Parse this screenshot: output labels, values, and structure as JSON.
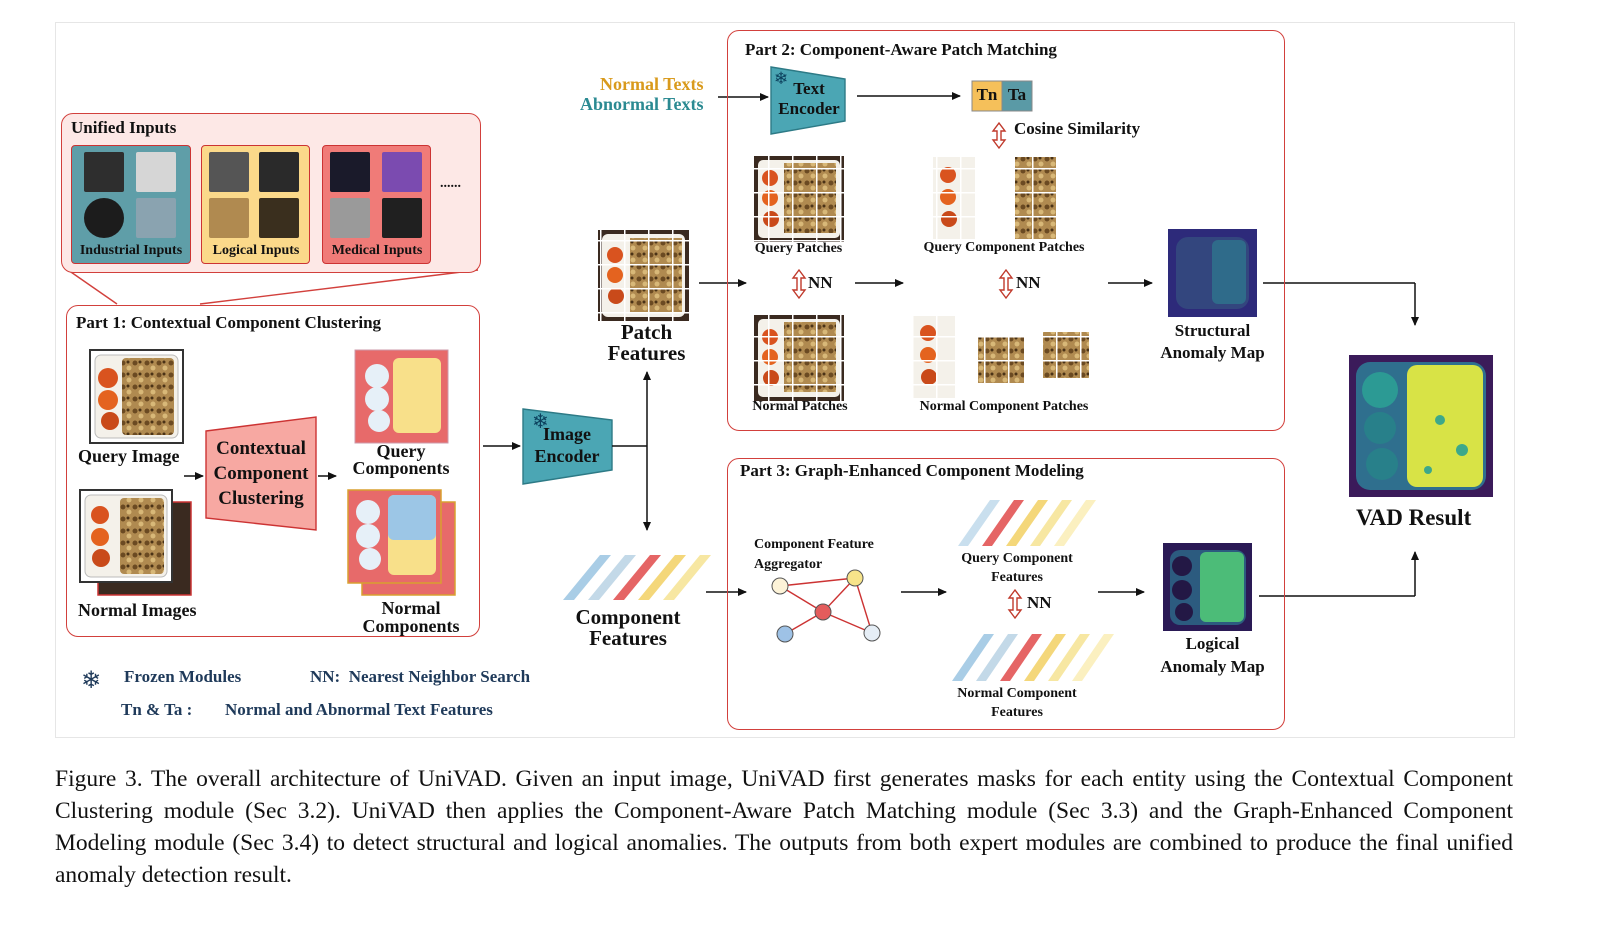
{
  "figure": {
    "unified_inputs": {
      "title": "Unified Inputs",
      "groups": [
        "Industrial Inputs",
        "Logical Inputs",
        "Medical Inputs"
      ],
      "more": "......"
    },
    "part1": {
      "title": "Part 1: Contextual Component Clustering",
      "query_image": "Query Image",
      "normal_images": "Normal Images",
      "clustering_lines": [
        "Contextual",
        "Component",
        "Clustering"
      ],
      "query_components": [
        "Query",
        "Components"
      ],
      "normal_components": [
        "Normal",
        "Components"
      ]
    },
    "image_encoder": [
      "Image",
      "Encoder"
    ],
    "patch_features": [
      "Patch",
      "Features"
    ],
    "component_features": [
      "Component",
      "Features"
    ],
    "part2": {
      "title": "Part 2: Component-Aware Patch Matching",
      "normal_texts": "Normal Texts",
      "abnormal_texts": "Abnormal Texts",
      "text_encoder": [
        "Text",
        "Encoder"
      ],
      "tn": "Tn",
      "ta": "Ta",
      "cosine": "Cosine Similarity",
      "query_patches": "Query Patches",
      "query_component_patches": "Query Component Patches",
      "normal_patches": "Normal Patches",
      "normal_component_patches": "Normal Component Patches",
      "nn": "NN",
      "structural_map": [
        "Structural",
        "Anomaly Map"
      ]
    },
    "part3": {
      "title": "Part 3: Graph-Enhanced Component Modeling",
      "aggregator": [
        "Component Feature",
        "Aggregator"
      ],
      "query_component_features": [
        "Query Component",
        "Features"
      ],
      "normal_component_features": [
        "Normal Component",
        "Features"
      ],
      "nn": "NN",
      "logical_map": [
        "Logical",
        "Anomaly Map"
      ]
    },
    "vad_result": "VAD Result",
    "legend": {
      "frozen": "Frozen Modules",
      "nn": "NN:  Nearest Neighbor Search",
      "tnta_key": "Tn & Ta :",
      "tnta_value": "Normal and Abnormal Text Features"
    },
    "colors": {
      "panel_fill": "#fde8e6",
      "panel_border": "#d2403c",
      "encoder": "#4ba6b4",
      "normal_text": "#d99a1c",
      "abnormal_text": "#2b8a92",
      "legend_text": "#1f3a5a",
      "tn": "#f5c05a",
      "ta": "#5a9aa6"
    }
  },
  "caption": "Figure 3. The overall architecture of UniVAD. Given an input image, UniVAD first generates masks for each entity using the Contextual Component Clustering module (Sec 3.2). UniVAD then applies the Component-Aware Patch Matching module (Sec 3.3) and the Graph-Enhanced Component Modeling module (Sec 3.4) to detect structural and logical anomalies. The outputs from both expert modules are combined to produce the final unified anomaly detection result."
}
